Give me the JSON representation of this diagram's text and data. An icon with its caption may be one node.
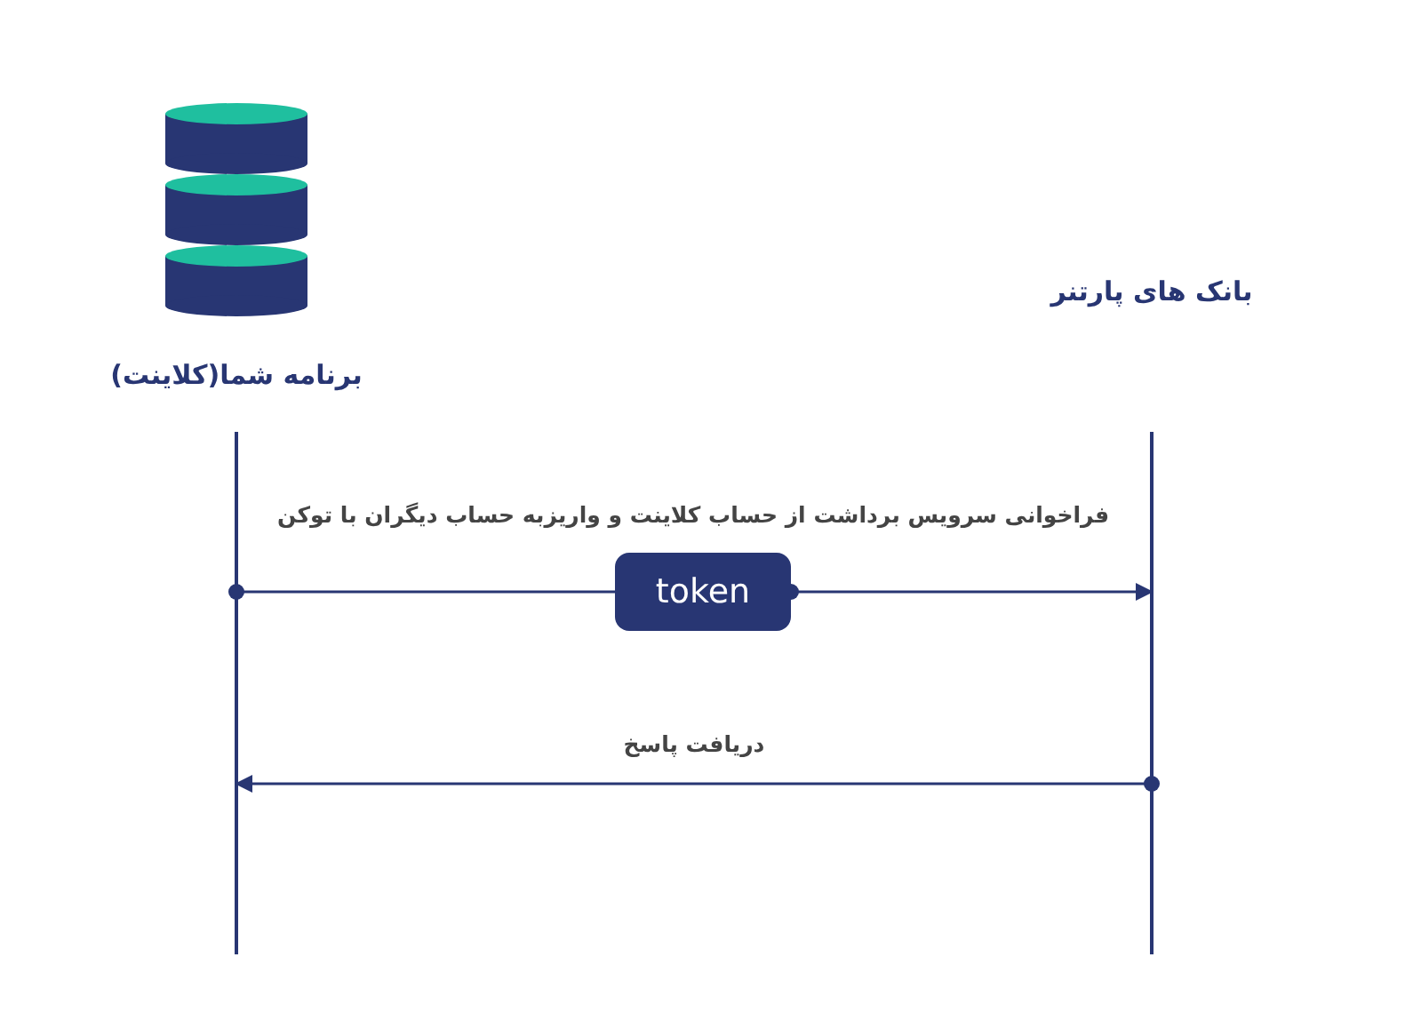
{
  "diagram": {
    "nodes": [
      {
        "text": [
          "برنامه شما(کلاینت)"
        ]
      },
      {
        "text": [
          "بانک های پارتنر"
        ]
      },
      {
        "text": [
          "token"
        ]
      }
    ],
    "labels": [
      "فراخوانی سرویس برداشت از حساب کلاینت و واریزبه حساب دیگران با توکن"
    ],
    "edges": [
      {
        "from": 0,
        "to": 2,
        "arrow": "other"
      },
      {
        "from": 2,
        "to": 1,
        "arrow": "to"
      },
      {
        "from": 1,
        "to": 0,
        "arrow": "to",
        "label": "دریافت پاسخ"
      }
    ]
  }
}
